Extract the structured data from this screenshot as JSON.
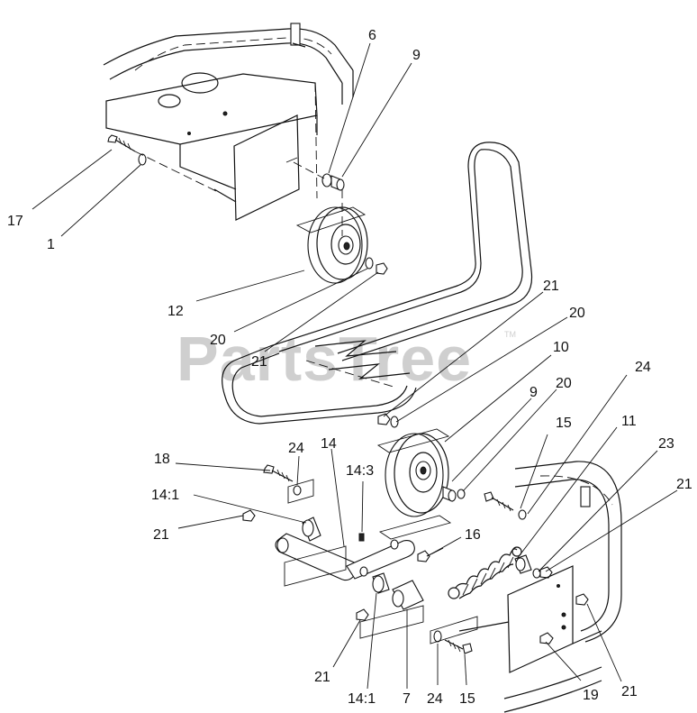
{
  "watermark": {
    "text": "PartsTree",
    "trademark": "TM"
  },
  "colors": {
    "line": "#111111",
    "background": "#ffffff",
    "watermark": "#cfcfcf"
  },
  "callouts": [
    {
      "id": "c6",
      "text": "6"
    },
    {
      "id": "c9a",
      "text": "9"
    },
    {
      "id": "c17",
      "text": "17"
    },
    {
      "id": "c1",
      "text": "1"
    },
    {
      "id": "c12",
      "text": "12"
    },
    {
      "id": "c20a",
      "text": "20"
    },
    {
      "id": "c21a",
      "text": "21"
    },
    {
      "id": "c21b",
      "text": "21"
    },
    {
      "id": "c20b",
      "text": "20"
    },
    {
      "id": "c10",
      "text": "10"
    },
    {
      "id": "c24a",
      "text": "24"
    },
    {
      "id": "c9b",
      "text": "9"
    },
    {
      "id": "c20c",
      "text": "20"
    },
    {
      "id": "c15a",
      "text": "15"
    },
    {
      "id": "c11",
      "text": "11"
    },
    {
      "id": "c23",
      "text": "23"
    },
    {
      "id": "c21c",
      "text": "21"
    },
    {
      "id": "c18",
      "text": "18"
    },
    {
      "id": "c24b",
      "text": "24"
    },
    {
      "id": "c14",
      "text": "14"
    },
    {
      "id": "c14-3",
      "text": "14:3"
    },
    {
      "id": "c14-1a",
      "text": "14:1"
    },
    {
      "id": "c21d",
      "text": "21"
    },
    {
      "id": "c16",
      "text": "16"
    },
    {
      "id": "c21e",
      "text": "21"
    },
    {
      "id": "c14-1b",
      "text": "14:1"
    },
    {
      "id": "c7",
      "text": "7"
    },
    {
      "id": "c24c",
      "text": "24"
    },
    {
      "id": "c15b",
      "text": "15"
    },
    {
      "id": "c19",
      "text": "19"
    },
    {
      "id": "c21f",
      "text": "21"
    }
  ]
}
